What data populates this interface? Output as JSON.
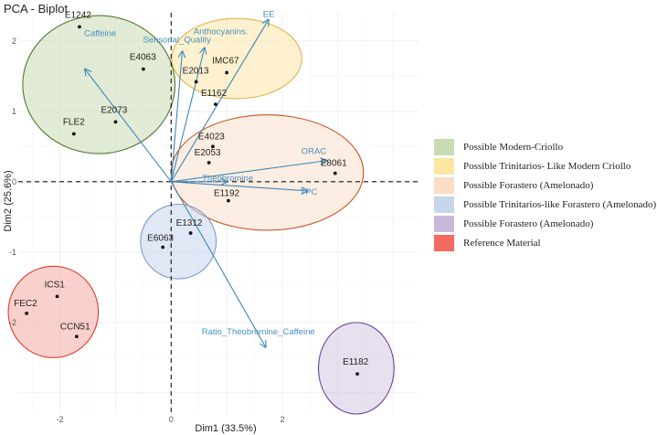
{
  "chart_data": {
    "type": "scatter",
    "title": "PCA - Biplot",
    "xlabel": "Dim1 (33.5%)",
    "ylabel": "Dim2 (25.6%)",
    "xlim": [
      -2.75,
      4.45
    ],
    "ylim": [
      -3.3,
      2.4
    ],
    "xticks": [
      -2,
      0,
      2
    ],
    "yticks": [
      -2,
      -1,
      0,
      1,
      2
    ],
    "grid": true,
    "legend_position": "right",
    "points": [
      {
        "label": "E1242",
        "x": -1.65,
        "y": 2.2
      },
      {
        "label": "E4063",
        "x": -0.5,
        "y": 1.6
      },
      {
        "label": "E2073",
        "x": -1.0,
        "y": 0.85
      },
      {
        "label": "FLE2",
        "x": -1.75,
        "y": 0.68
      },
      {
        "label": "IMC67",
        "x": 1.0,
        "y": 1.55
      },
      {
        "label": "E2013",
        "x": 0.45,
        "y": 1.42
      },
      {
        "label": "E1162",
        "x": 0.8,
        "y": 1.1
      },
      {
        "label": "E4023",
        "x": 0.75,
        "y": 0.5
      },
      {
        "label": "E2053",
        "x": 0.68,
        "y": 0.27
      },
      {
        "label": "E8061",
        "x": 2.95,
        "y": 0.12
      },
      {
        "label": "E1192",
        "x": 1.03,
        "y": -0.27
      },
      {
        "label": "E1312",
        "x": 0.35,
        "y": -0.73
      },
      {
        "label": "E6063",
        "x": -0.15,
        "y": -0.93
      },
      {
        "label": "ICS1",
        "x": -2.05,
        "y": -1.63
      },
      {
        "label": "FEC2",
        "x": -2.6,
        "y": -1.87
      },
      {
        "label": "CCN51",
        "x": -1.7,
        "y": -2.2
      },
      {
        "label": "E1182",
        "x": 3.35,
        "y": -2.73
      }
    ],
    "vectors": [
      {
        "label": "Caffeine",
        "x": -1.55,
        "y": 1.6
      },
      {
        "label": "Sensorial_Quality",
        "x": 0.2,
        "y": 1.85
      },
      {
        "label": "Anthocyanins.",
        "x": 0.6,
        "y": 1.9
      },
      {
        "label": "EE",
        "x": 1.75,
        "y": 2.3
      },
      {
        "label": "ORAC",
        "x": 2.8,
        "y": 0.3
      },
      {
        "label": "Theobromine",
        "x": 1.0,
        "y": 0.0
      },
      {
        "label": "TPC",
        "x": 2.45,
        "y": -0.13
      },
      {
        "label": "Ratio_Theobromine_Caffeine",
        "x": 1.7,
        "y": -2.35
      }
    ],
    "groups": [
      {
        "name": "Possible Modern-Criollo",
        "cx": -1.3,
        "cy": 1.38,
        "rx": 1.37,
        "ry": 0.98,
        "fill": "#c9dbb3",
        "stroke": "#4e7a2f"
      },
      {
        "name": "Possible Trinitarios- Like Modern Criollo",
        "cx": 1.18,
        "cy": 1.75,
        "rx": 1.17,
        "ry": 0.57,
        "fill": "#fbe6a8",
        "stroke": "#e2b44a"
      },
      {
        "name": "Possible Forastero (Amelonado)",
        "cx": 1.73,
        "cy": 0.13,
        "rx": 1.73,
        "ry": 0.82,
        "fill": "#fbe0cc",
        "stroke": "#c9572a"
      },
      {
        "name": "Possible Trinitarios-like Forastero (Amelonado)",
        "cx": 0.13,
        "cy": -0.85,
        "rx": 0.68,
        "ry": 0.53,
        "fill": "#c7d6ec",
        "stroke": "#7c9cc8"
      },
      {
        "name": "Possible Forastero (Amelonado)",
        "cx": 3.33,
        "cy": -2.65,
        "rx": 0.68,
        "ry": 0.65,
        "fill": "#d4c6e2",
        "stroke": "#6b3fa0"
      },
      {
        "name": "Reference Material",
        "cx": -2.12,
        "cy": -1.85,
        "rx": 0.81,
        "ry": 0.65,
        "fill": "#f6a9a4",
        "stroke": "#e03b30"
      }
    ]
  }
}
